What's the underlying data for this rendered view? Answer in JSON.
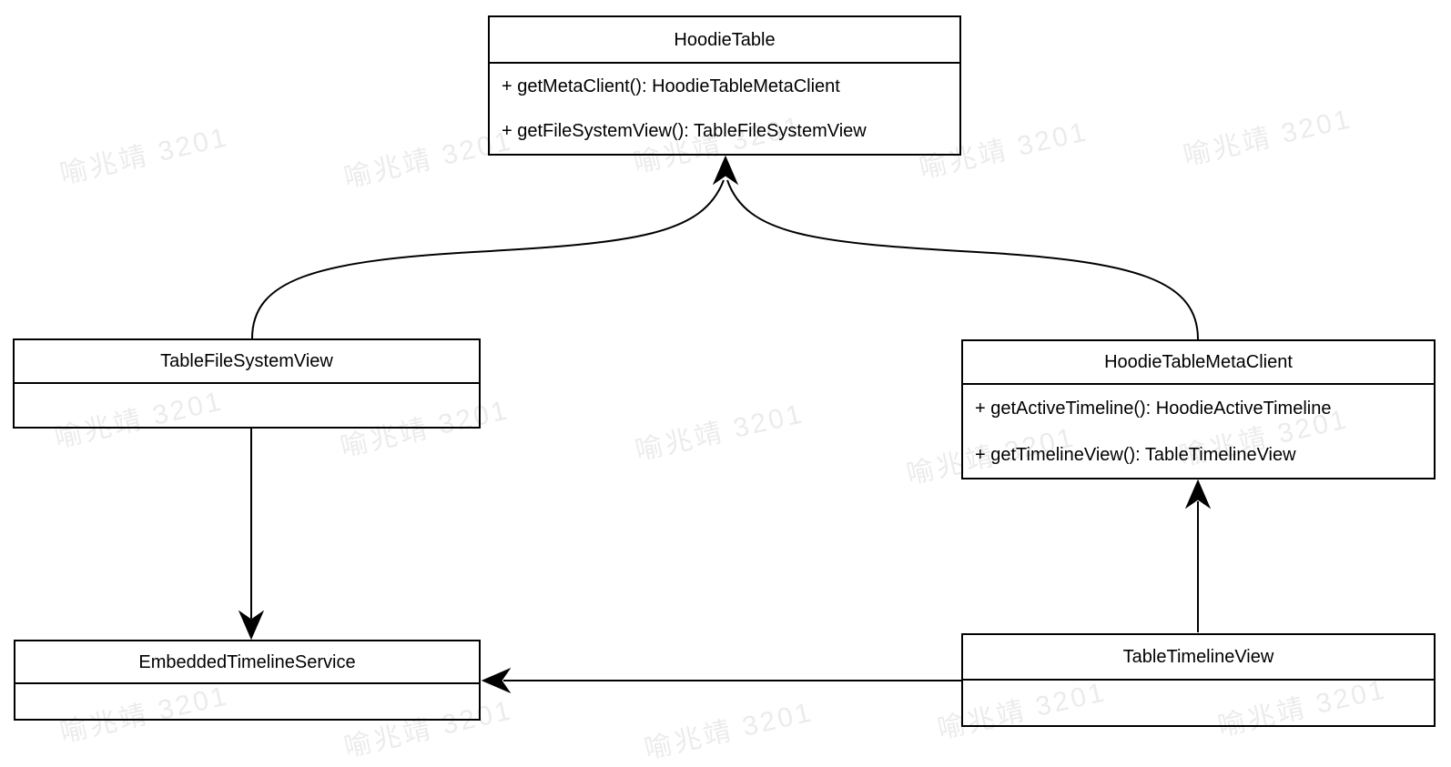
{
  "watermark": {
    "text": "喻兆靖 3201"
  },
  "diagram": {
    "type": "uml-class-diagram",
    "classes": [
      {
        "id": "hoodie_table",
        "name": "HoodieTable",
        "methods": [
          "+ getMetaClient(): HoodieTableMetaClient",
          "+ getFileSystemView(): TableFileSystemView"
        ]
      },
      {
        "id": "table_file_system_view",
        "name": "TableFileSystemView",
        "methods": []
      },
      {
        "id": "hoodie_table_meta_client",
        "name": "HoodieTableMetaClient",
        "methods": [
          "+ getActiveTimeline(): HoodieActiveTimeline",
          "+ getTimelineView(): TableTimelineView"
        ]
      },
      {
        "id": "embedded_timeline_service",
        "name": "EmbeddedTimelineService",
        "methods": []
      },
      {
        "id": "table_timeline_view",
        "name": "TableTimelineView",
        "methods": []
      }
    ],
    "relationships": [
      {
        "from": "TableFileSystemView",
        "to": "HoodieTable",
        "style": "curved",
        "arrowhead_at": "HoodieTable bottom center"
      },
      {
        "from": "HoodieTableMetaClient",
        "to": "HoodieTable",
        "style": "curved",
        "arrowhead_at": "HoodieTable bottom center"
      },
      {
        "from": "TableFileSystemView",
        "to": "EmbeddedTimelineService",
        "style": "straight-vertical",
        "arrowhead_at": "EmbeddedTimelineService top"
      },
      {
        "from": "TableTimelineView",
        "to": "HoodieTableMetaClient",
        "style": "straight-vertical",
        "arrowhead_at": "HoodieTableMetaClient bottom"
      },
      {
        "from": "TableTimelineView",
        "to": "EmbeddedTimelineService",
        "style": "straight-horizontal",
        "arrowhead_at": "EmbeddedTimelineService right"
      }
    ],
    "colors": {
      "stroke": "#000000",
      "box_fill": "#ffffff",
      "watermark": "rgba(0,0,0,0.08)"
    }
  }
}
